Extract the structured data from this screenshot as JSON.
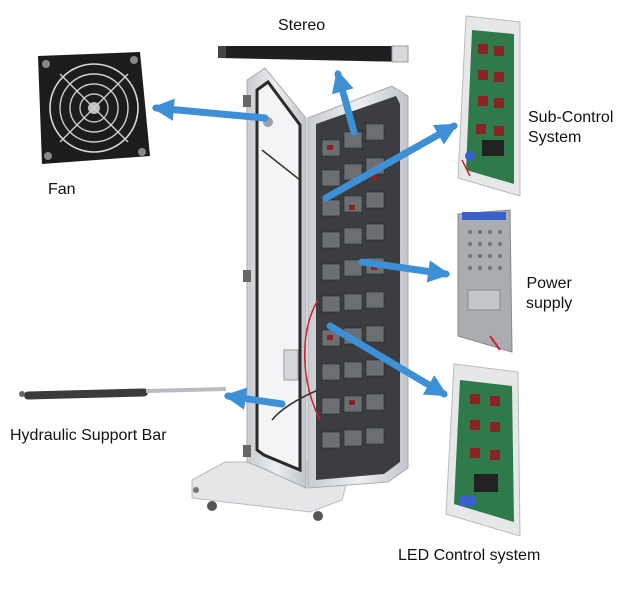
{
  "labels": {
    "stereo": "Stereo",
    "fan": "Fan",
    "sub_control_line1": "Sub-Control",
    "sub_control_line2": "System",
    "power_line1": "Power",
    "power_line2": "supply",
    "hydraulic": "Hydraulic Support Bar",
    "led_control": "LED Control system"
  },
  "colors": {
    "arrow": "#3d8fd6",
    "cabinet_frame": "#d9dbde",
    "cabinet_panel": "#eef0f2",
    "board_green": "#2f7a4a",
    "relay_red": "#8a2424"
  },
  "icons": [
    "fan-icon",
    "stereo-speaker-icon",
    "circuit-board-icon",
    "power-supply-icon",
    "hydraulic-bar-icon"
  ]
}
